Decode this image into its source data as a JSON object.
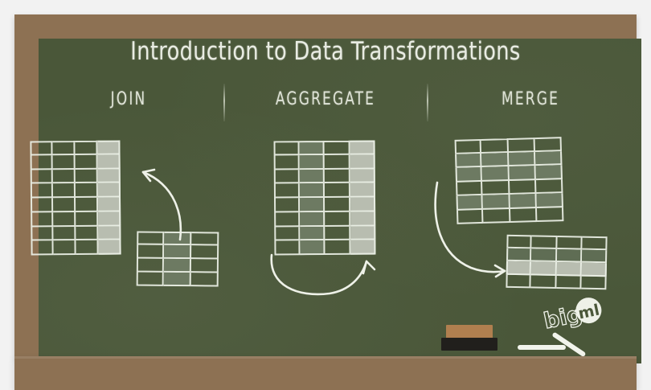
{
  "board": {
    "title": "Introduction to Data Transformations",
    "colors": {
      "board_green": "#4a5739",
      "frame_wood": "#8d7153",
      "chalk_white": "#eef1e8",
      "highlight_gray": "#b8bdb0",
      "highlight_green": "#6d7a62",
      "page_background": "#f2f2f2"
    },
    "sections": [
      {
        "id": "join",
        "label": "JOIN",
        "tables": [
          {
            "name": "join-large-table",
            "columns": 4,
            "rows": 8,
            "highlight": "column 4 light gray"
          },
          {
            "name": "join-small-table",
            "columns": 3,
            "rows": 4,
            "highlight": "column 2 muted green"
          }
        ],
        "arrow": "curved arrow pointing up-left from small table to large table"
      },
      {
        "id": "aggregate",
        "label": "AGGREGATE",
        "tables": [
          {
            "name": "aggregate-table",
            "columns": 4,
            "rows": 8,
            "highlight": "column 2 muted green, column 4 light gray"
          }
        ],
        "arrow": "u-shaped arrow curving up to the right below the table"
      },
      {
        "id": "merge",
        "label": "MERGE",
        "tables": [
          {
            "name": "merge-top-table",
            "columns": 4,
            "rows": 6,
            "highlight": "rows 2, 3 and 5 muted green"
          },
          {
            "name": "merge-bottom-table",
            "columns": 4,
            "rows": 4,
            "highlight": "row 3 light gray"
          }
        ],
        "arrow": "curved arrow pointing down-right from top table to bottom table"
      }
    ]
  },
  "ledge": {
    "eraser_label": "blackboard-eraser",
    "chalk_pieces": 2
  },
  "logo": {
    "word": "big",
    "mark": "ml"
  }
}
